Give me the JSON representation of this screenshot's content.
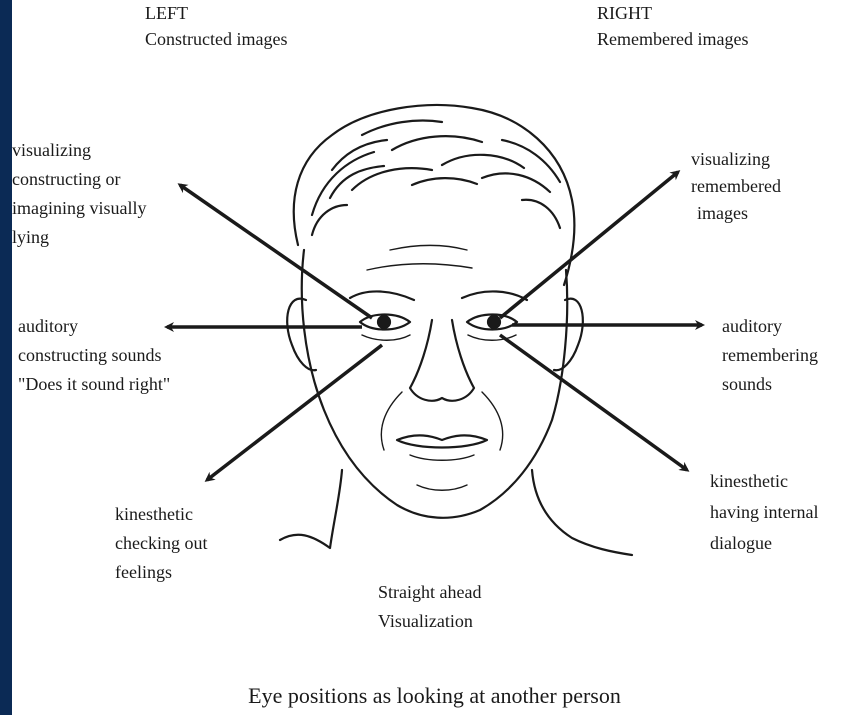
{
  "colors": {
    "frame": "#0b2a55",
    "canvas": "#ffffff",
    "ink": "#1a1a1a"
  },
  "header": {
    "left": {
      "side": "LEFT",
      "subtitle": "Constructed images"
    },
    "right": {
      "side": "RIGHT",
      "subtitle": "Remembered images"
    }
  },
  "labels": {
    "upper_left": {
      "lines": [
        "visualizing",
        "constructing or",
        "imagining visually",
        "lying"
      ]
    },
    "upper_right": {
      "lines": [
        "visualizing",
        "remembered",
        "images"
      ]
    },
    "mid_left": {
      "lines": [
        "auditory",
        "constructing sounds",
        "\"Does it sound right\""
      ]
    },
    "mid_right": {
      "lines": [
        "auditory",
        "remembering",
        "sounds"
      ]
    },
    "lower_left": {
      "lines": [
        "kinesthetic",
        "checking out",
        "feelings"
      ]
    },
    "lower_right": {
      "lines": [
        "kinesthetic",
        "having internal",
        "dialogue"
      ]
    },
    "center": {
      "lines": [
        "Straight ahead",
        "Visualization"
      ]
    }
  },
  "caption": "Eye positions as looking at another person",
  "illustration": {
    "subject": "line drawing of a man's face with curly hair",
    "arrow_count": 6
  }
}
